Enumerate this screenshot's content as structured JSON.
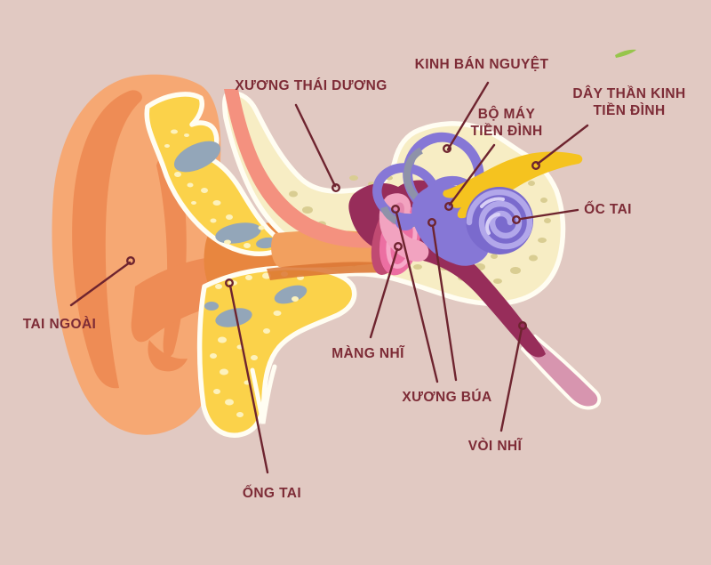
{
  "labels": {
    "kinh_ban_nguyet": {
      "text": "KINH BÁN NGUYỆT"
    },
    "xuong_thai_duong": {
      "text": "XƯƠNG THÁI DƯƠNG"
    },
    "bo_may_tien_dinh": {
      "line1": "BỘ MÁY",
      "line2": "TIỀN ĐÌNH"
    },
    "day_than_kinh_tien_dinh": {
      "line1": "DÂY THẦN KINH",
      "line2": "TIỀN ĐÌNH"
    },
    "oc_tai": {
      "text": "ỐC TAI"
    },
    "tai_ngoai": {
      "text": "TAI NGOÀI"
    },
    "mang_nhi": {
      "text": "MÀNG NHĨ"
    },
    "xuong_bua": {
      "text": "XƯƠNG BÚA"
    },
    "voi_nhi": {
      "text": "VÒI NHĨ"
    },
    "ong_tai": {
      "text": "ỐNG TAI"
    }
  },
  "colors": {
    "background": "#E1C9C2",
    "label_text": "#7D2B36",
    "leader_line": "#6E242F",
    "outer_ear": "#F6A873",
    "ear_folds": "#EE8C55",
    "ear_canal": "#E8863F",
    "canal_highlight": "#F2A05F",
    "canal_shade": "#DB7433",
    "bone_yellow": "#FBD24A",
    "bone_cream": "#F7EDC4",
    "bone_outline": "#FFFDF2",
    "bone_gray_blob": "#93A6B9",
    "bone_speckle": "#FDF2BC",
    "cream_speckle": "#D9CD92",
    "canal_lining": "#F4917F",
    "eardrum_pink": "#EC6FA2",
    "eardrum_dark": "#C04A72",
    "eardrum_light": "#F7A9C9",
    "middle_ear": "#972D5A",
    "malleus_pink": "#F2A3C0",
    "malleus_dark": "#D9709A",
    "inner_ear_purple": "#8677D6",
    "loop_gray": "#8E92A9",
    "cochlea_purple": "#7A6ACD",
    "cochlea_spiral": "#B2A7EA",
    "cochlea_light": "#D8D0F6",
    "nerve_yellow": "#F5C31F",
    "eustachian_flare": "#D795AF",
    "watermark_green": "#8FC43F"
  }
}
